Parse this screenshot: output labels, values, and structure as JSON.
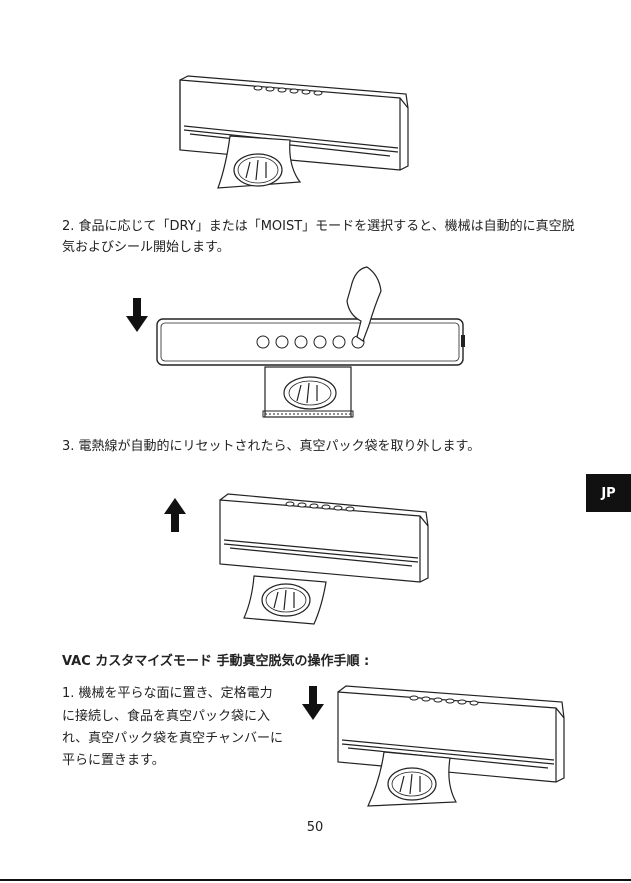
{
  "step2": {
    "line1": "2. 食品に応じて「DRY」または「MOIST」モードを選択すると、機械は自動的に真空脱",
    "line2": "気およびシール開始します。"
  },
  "step3": {
    "text": "3. 電熱線が自動的にリセットされたら、真空パック袋を取り外します。"
  },
  "section": {
    "heading": "VAC カスタマイズモード 手動真空脱気の操作手順 :"
  },
  "step1": {
    "line1": "1. 機械を平らな面に置き、定格電力",
    "line2": "に接続し、食品を真空パック袋に入",
    "line3": "れ、真空パック袋を真空チャンバーに",
    "line4": "平らに置きます。"
  },
  "side_tab": "JP",
  "page_number": "50"
}
